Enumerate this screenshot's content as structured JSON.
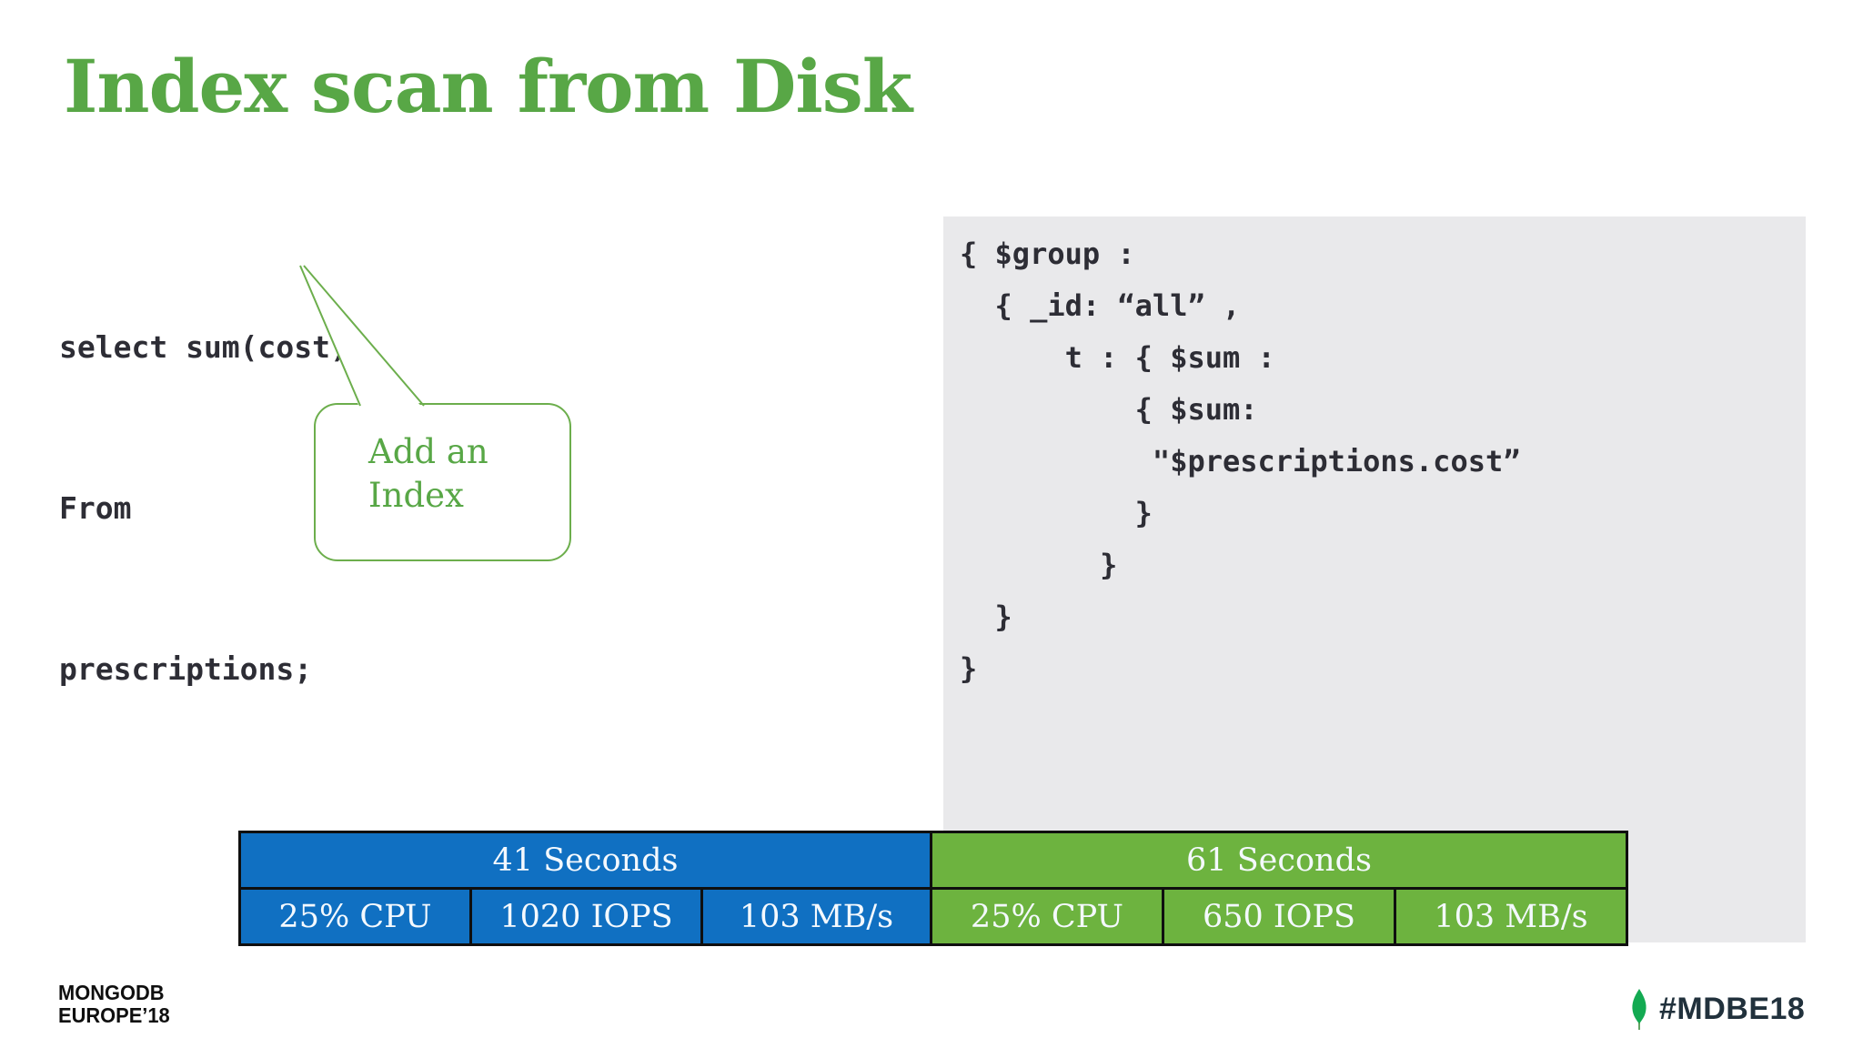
{
  "title": "Index scan from Disk",
  "sql": {
    "lines": [
      "select sum(cost)",
      "From",
      "prescriptions;"
    ]
  },
  "callout": {
    "line1": "Add an",
    "line2": "Index"
  },
  "code": {
    "lines": [
      "{ $group :",
      "  { _id: “all” ,",
      "      t : { $sum :",
      "          { $sum:",
      "           \"$prescriptions.cost”",
      "          }",
      "        }",
      "  }",
      "}"
    ]
  },
  "results_table": {
    "left": {
      "header": "41 Seconds",
      "cells": [
        "25% CPU",
        "1020 IOPS",
        "103 MB/s"
      ],
      "color": "#1070C2"
    },
    "right": {
      "header": "61 Seconds",
      "cells": [
        "25% CPU",
        "650 IOPS",
        "103 MB/s"
      ],
      "color": "#6DB33F"
    }
  },
  "footer": {
    "logo_line1": "MONGODB",
    "logo_line2": "EUROPE’18",
    "hashtag": "#MDBE18",
    "leaf_color": "#13AA52"
  },
  "colors": {
    "title_green": "#58A746",
    "callout_green": "#6CAE4C",
    "panel_gray": "#E9E9EB",
    "code_text": "#2D2D35",
    "table_blue": "#1070C2",
    "table_green": "#6DB33F"
  }
}
